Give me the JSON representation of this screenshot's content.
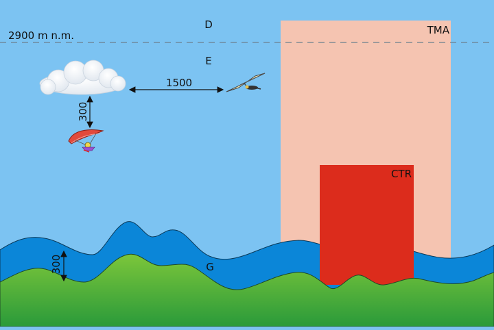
{
  "airspace": {
    "upper_class": "D",
    "lower_class": "E",
    "ground_class": "G",
    "altitude_line": "2900 m n.m.",
    "tma_label": "TMA",
    "ctr_label": "CTR"
  },
  "distances": {
    "horizontal_cloud": "1500",
    "vertical_cloud": "300",
    "terrain_height": "300"
  },
  "colors": {
    "sky": "#7cc3f2",
    "tma": "#f5c4b1",
    "ctr": "#dc2c1c",
    "class_g_band": "#0b86d8",
    "terrain_top": "#7cc63a",
    "terrain_bottom": "#2a9a3a"
  }
}
